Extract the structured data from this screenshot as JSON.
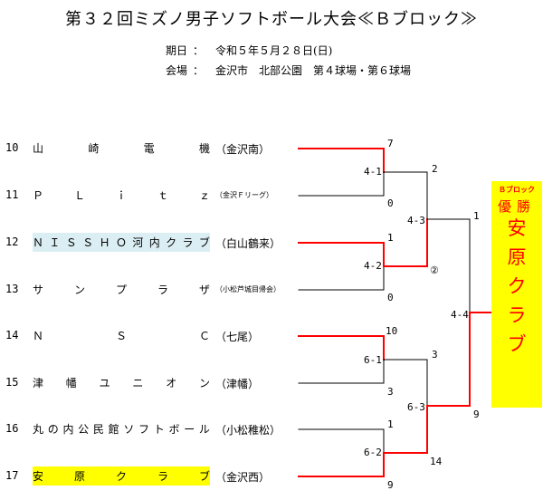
{
  "title": "第３２回ミズノ男子ソフトボール大会≪Ｂブロック≫",
  "info": {
    "date_label": "期日",
    "colon": "：",
    "date_value": "令和５年５月２８日(日)",
    "venue_label": "会場",
    "venue_value": "金沢市　北部公園　第４球場・第６球場"
  },
  "teams": [
    {
      "num": "10",
      "chars": [
        "山",
        "崎",
        "電",
        "機"
      ],
      "aff": "（金沢南）",
      "highlight": "none",
      "aff_small": false
    },
    {
      "num": "11",
      "chars": [
        "Ｐ",
        "Ｌ",
        "ｉ",
        "ｔ",
        "ｚ"
      ],
      "aff": "（金沢Ｆリーグ）",
      "highlight": "none",
      "aff_small": true
    },
    {
      "num": "12",
      "chars": [
        "Ｎ",
        "Ｉ",
        "Ｓ",
        "Ｓ",
        "Ｈ",
        "Ｏ",
        "河",
        "内",
        "ク",
        "ラ",
        "ブ"
      ],
      "aff": "（白山鶴来）",
      "highlight": "blue",
      "aff_small": false
    },
    {
      "num": "13",
      "chars": [
        "サ",
        "ン",
        "プ",
        "ラ",
        "ザ"
      ],
      "aff": "（小松芦城目帰会）",
      "highlight": "none",
      "aff_small": true
    },
    {
      "num": "14",
      "chars": [
        "Ｎ",
        "Ｓ",
        "Ｃ"
      ],
      "aff": "（七尾）",
      "highlight": "none",
      "aff_small": false
    },
    {
      "num": "15",
      "chars": [
        "津",
        "幡",
        "ユ",
        "ニ",
        "オ",
        "ン"
      ],
      "aff": "（津幡）",
      "highlight": "none",
      "aff_small": false
    },
    {
      "num": "16",
      "chars": [
        "丸",
        "の",
        "内",
        "公",
        "民",
        "館",
        "ソ",
        "フ",
        "ト",
        "ボ",
        "ー",
        "ル"
      ],
      "aff": "（小松稚松）",
      "highlight": "none",
      "aff_small": false
    },
    {
      "num": "17",
      "chars": [
        "安",
        "原",
        "ク",
        "ラ",
        "ブ"
      ],
      "aff": "（金沢西）",
      "highlight": "yellow",
      "aff_small": false
    }
  ],
  "match_scores": {
    "r1_m1": "4-1",
    "r1_m2": "4-2",
    "r1_m3": "6-1",
    "r1_m4": "6-2",
    "r2_m1": "4-3",
    "r2_m2": "6-3",
    "final": "4-4"
  },
  "team_results": {
    "t10": "7",
    "t11": "0",
    "t12": "1",
    "t13": "0",
    "t14": "10",
    "t15": "3",
    "t16": "1",
    "t17": "9",
    "w1": "2",
    "w2": "②",
    "w3": "3",
    "w4": "14",
    "s1": "1",
    "s2": "9"
  },
  "winner": {
    "block_label": "Ｂブロック",
    "yusho": "優勝",
    "name_chars": [
      "安",
      "原",
      "ク",
      "ラ",
      "ブ"
    ]
  },
  "colors": {
    "win_line": "#ff0000",
    "lose_line": "#000000",
    "highlight_blue": "#dbeef3",
    "highlight_yellow": "#ffff00"
  }
}
